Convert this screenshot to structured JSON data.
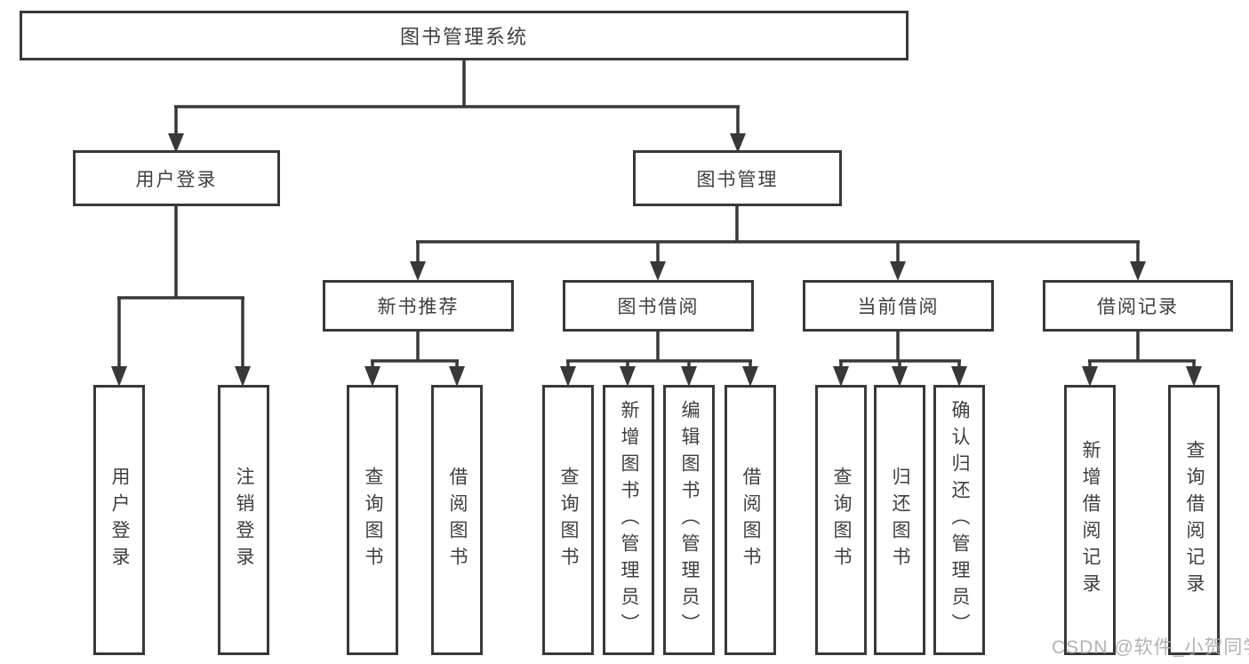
{
  "tree": {
    "label": "图书管理系统",
    "children": [
      {
        "label": "用户登录",
        "children": [
          {
            "label": "用户登录"
          },
          {
            "label": "注销登录"
          }
        ]
      },
      {
        "label": "图书管理",
        "children": [
          {
            "label": "新书推荐",
            "children": [
              {
                "label": "查询图书"
              },
              {
                "label": "借阅图书"
              }
            ]
          },
          {
            "label": "图书借阅",
            "children": [
              {
                "label": "查询图书"
              },
              {
                "label": "新增图书（管理员）"
              },
              {
                "label": "编辑图书（管理员）"
              },
              {
                "label": "借阅图书"
              }
            ]
          },
          {
            "label": "当前借阅",
            "children": [
              {
                "label": "查询图书"
              },
              {
                "label": "归还图书"
              },
              {
                "label": "确认归还（管理员）"
              }
            ]
          },
          {
            "label": "借阅记录",
            "children": [
              {
                "label": "新增借阅记录"
              },
              {
                "label": "查询借阅记录"
              }
            ]
          }
        ]
      }
    ]
  },
  "watermark": "CSDN @软件_小贺同学",
  "colors": {
    "line": "#383838",
    "text": "#3f3f3f",
    "watermark": "#a6a6a6",
    "background": "#ffffff"
  }
}
